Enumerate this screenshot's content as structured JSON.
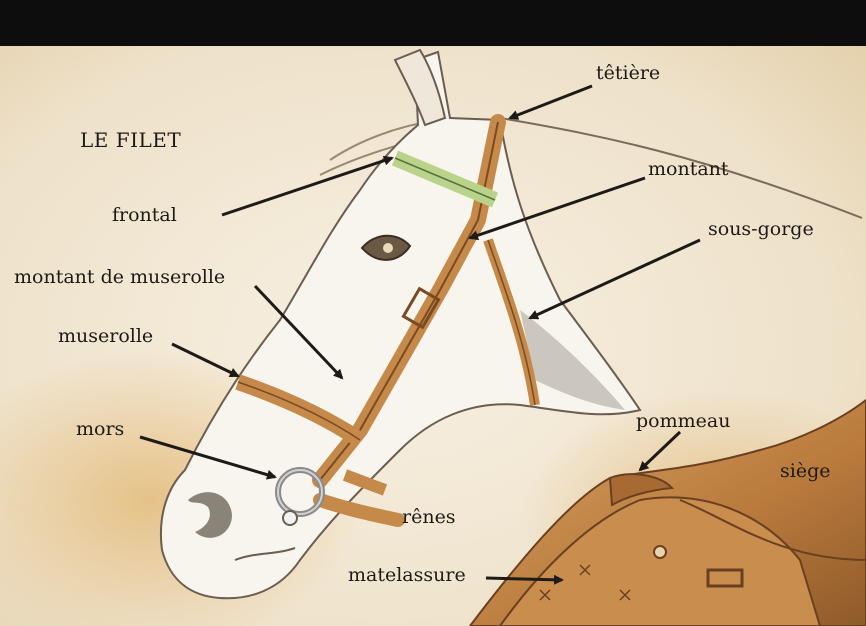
{
  "title": "LE FILET",
  "labels": {
    "tetiere": "têtière",
    "montant": "montant",
    "sous_gorge": "sous-gorge",
    "frontal": "frontal",
    "montant_de_muserolle": "montant de muserolle",
    "muserolle": "muserolle",
    "mors": "mors",
    "renes": "rênes",
    "pommeau": "pommeau",
    "siege": "siège",
    "matelassure": "matelassure"
  },
  "colors": {
    "top_bar": "#0d0d0d",
    "paper": "#f3ebdc",
    "leather": "#c58a4a",
    "leather_dark": "#7b4a22",
    "browband": "#b9d48a",
    "ink": "#1e1a17"
  }
}
